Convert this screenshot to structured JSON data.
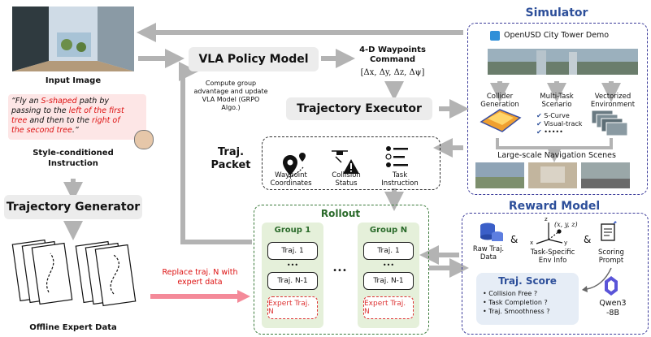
{
  "input": {
    "label": "Input Image",
    "quote_parts": [
      {
        "t": "“Fly an ",
        "c": "#111"
      },
      {
        "t": "S-shaped",
        "c": "#d11"
      },
      {
        "t": " path by passing to the ",
        "c": "#111"
      },
      {
        "t": "left of the first tree",
        "c": "#d11"
      },
      {
        "t": " and then to the ",
        "c": "#111"
      },
      {
        "t": "right of the second tree",
        "c": "#d11"
      },
      {
        "t": ".”",
        "c": "#111"
      }
    ],
    "instruction_label": "Style-conditioned Instruction"
  },
  "vla": {
    "label": "VLA Policy Model"
  },
  "waypoints": {
    "title": "4-D Waypoints Command",
    "formula": "[Δx, Δy, Δz, Δψ]"
  },
  "grpo": {
    "text": "Compute group advantage and update VLA Model (GRPO Algo.)"
  },
  "executor": {
    "label": "Trajectory Executor"
  },
  "packet": {
    "title": "Traj. Packet",
    "items": [
      {
        "label": "Waypoint Coordinates",
        "icon": "waypoint-icon"
      },
      {
        "label": "Collision Status",
        "icon": "drone-collision-icon"
      },
      {
        "label": "Task Instruction",
        "icon": "checklist-icon"
      }
    ]
  },
  "generator": {
    "label": "Trajectory Generator"
  },
  "offline": {
    "label": "Offline Expert Data"
  },
  "replace": {
    "text": "Replace traj. N with expert data"
  },
  "rollout": {
    "title": "Rollout",
    "groups": [
      {
        "title": "Group 1",
        "items": [
          "Traj. 1",
          "•••",
          "Traj. N-1"
        ],
        "expert": "Expert Traj. N"
      },
      {
        "title": "Group N",
        "items": [
          "Traj. 1",
          "•••",
          "Traj. N-1"
        ],
        "expert": "Expert Traj. N"
      }
    ],
    "between": "•••"
  },
  "simulator": {
    "title": "Simulator",
    "demo": "OpenUSD City Tower Demo",
    "cols": [
      "Collider Generation",
      "Multi-Task Scenario",
      "Vectorized Environment"
    ],
    "tasks": [
      "S-Curve",
      "Visual-track",
      "•••••"
    ],
    "scenes": "Large-scale Navigation Scenes"
  },
  "reward": {
    "title": "Reward Model",
    "inputs": [
      "Raw Traj. Data",
      "Task-Specific Env Info",
      "Scoring Prompt"
    ],
    "amp": "&",
    "axes": [
      "z",
      "x",
      "y"
    ],
    "xyz": "(x, y, z)",
    "score_title": "Traj. Score",
    "score_items": [
      "Collision Free ?",
      "Task Completion ?",
      "Traj. Smoothness ?"
    ],
    "model": "Qwen3 -8B"
  },
  "colors": {
    "title_blue": "#2d4f9a",
    "red": "#d11",
    "green_fill": "#e5f0da",
    "gray_arrow": "#b3b3b3",
    "pink_arrow": "#f48a99"
  }
}
